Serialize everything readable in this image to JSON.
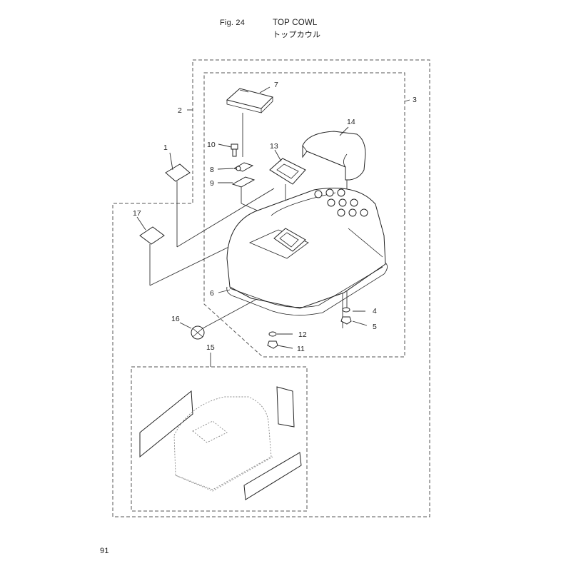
{
  "header": {
    "figure_label": "Fig. 24",
    "title_en": "TOP COWL",
    "title_ja": "トップカウル"
  },
  "page_number": "91",
  "callouts": [
    {
      "id": "c1",
      "label": "1"
    },
    {
      "id": "c2",
      "label": "2"
    },
    {
      "id": "c3",
      "label": "3"
    },
    {
      "id": "c4",
      "label": "4"
    },
    {
      "id": "c5",
      "label": "5"
    },
    {
      "id": "c6",
      "label": "6"
    },
    {
      "id": "c7",
      "label": "7"
    },
    {
      "id": "c8",
      "label": "8"
    },
    {
      "id": "c9",
      "label": "9"
    },
    {
      "id": "c10",
      "label": "10"
    },
    {
      "id": "c11",
      "label": "11"
    },
    {
      "id": "c12",
      "label": "12"
    },
    {
      "id": "c13",
      "label": "13"
    },
    {
      "id": "c14",
      "label": "14"
    },
    {
      "id": "c15",
      "label": "15"
    },
    {
      "id": "c16",
      "label": "16"
    },
    {
      "id": "c17",
      "label": "17"
    }
  ]
}
